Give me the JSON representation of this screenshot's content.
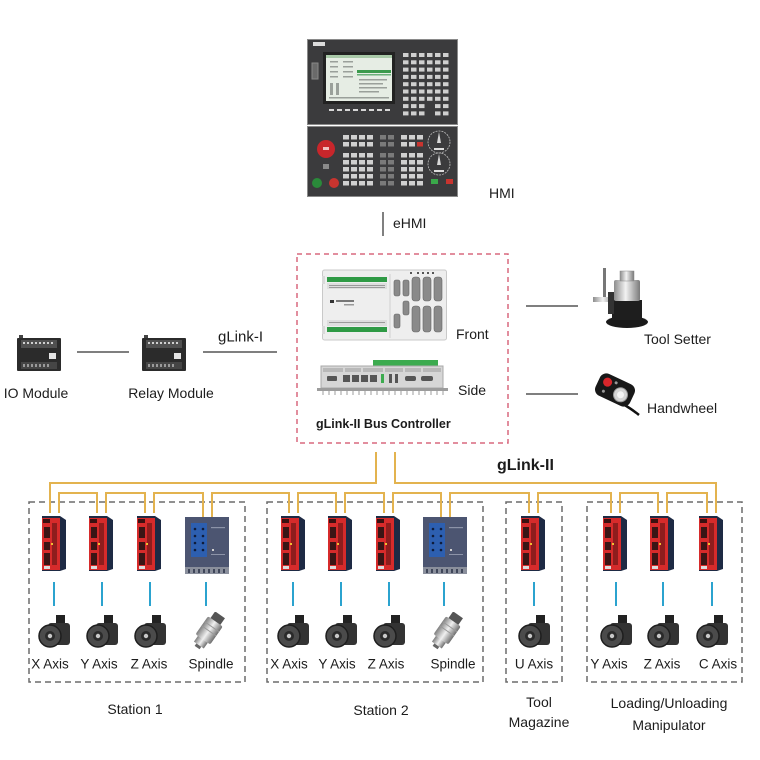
{
  "diagram": {
    "hmi": {
      "label": "HMI",
      "link_label": "eHMI"
    },
    "controller": {
      "title": "gLink-II Bus Controller",
      "front_label": "Front",
      "side_label": "Side"
    },
    "fieldbus_i": {
      "label": "gLink-I",
      "devices": [
        {
          "label": "IO Module"
        },
        {
          "label": "Relay Module"
        }
      ]
    },
    "peripherals": [
      {
        "label": "Tool Setter"
      },
      {
        "label": "Handwheel"
      }
    ],
    "fieldbus_ii": {
      "label": "gLink-II"
    },
    "groups": [
      {
        "name_lines": [
          "Station 1"
        ],
        "axes": [
          {
            "label": "X Axis",
            "drive_type": "servo",
            "motor_type": "servo"
          },
          {
            "label": "Y Axis",
            "drive_type": "servo",
            "motor_type": "servo"
          },
          {
            "label": "Z Axis",
            "drive_type": "servo",
            "motor_type": "servo"
          },
          {
            "label": "Spindle",
            "drive_type": "spindle",
            "motor_type": "spindle"
          }
        ]
      },
      {
        "name_lines": [
          "Station 2"
        ],
        "axes": [
          {
            "label": "X Axis",
            "drive_type": "servo",
            "motor_type": "servo"
          },
          {
            "label": "Y Axis",
            "drive_type": "servo",
            "motor_type": "servo"
          },
          {
            "label": "Z Axis",
            "drive_type": "servo",
            "motor_type": "servo"
          },
          {
            "label": "Spindle",
            "drive_type": "spindle",
            "motor_type": "spindle"
          }
        ]
      },
      {
        "name_lines": [
          "Tool",
          "Magazine"
        ],
        "axes": [
          {
            "label": "U Axis",
            "drive_type": "servo",
            "motor_type": "servo"
          }
        ]
      },
      {
        "name_lines": [
          "Loading/Unloading",
          "Manipulator"
        ],
        "axes": [
          {
            "label": "Y Axis",
            "drive_type": "servo",
            "motor_type": "servo"
          },
          {
            "label": "Z Axis",
            "drive_type": "servo",
            "motor_type": "servo"
          },
          {
            "label": "C Axis",
            "drive_type": "servo",
            "motor_type": "servo"
          }
        ]
      }
    ]
  },
  "colors": {
    "bus": "#e3b34f",
    "motor_cable": "#2ba3cf",
    "controller_border": "#d9687e",
    "group_border": "#6b6b6b",
    "connector": "#555555"
  }
}
